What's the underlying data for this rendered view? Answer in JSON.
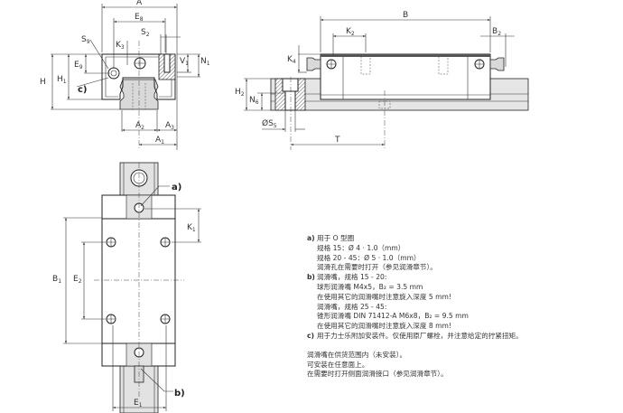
{
  "labels": {
    "A": {
      "main": "A",
      "sub": ""
    },
    "E8": {
      "main": "E",
      "sub": "8"
    },
    "S9": {
      "main": "S",
      "sub": "9"
    },
    "K3": {
      "main": "K",
      "sub": "3"
    },
    "S2": {
      "main": "S",
      "sub": "2"
    },
    "E9": {
      "main": "E",
      "sub": "9"
    },
    "V1": {
      "main": "V",
      "sub": "1"
    },
    "N1": {
      "main": "N",
      "sub": "1"
    },
    "H": {
      "main": "H",
      "sub": ""
    },
    "H1": {
      "main": "H",
      "sub": "1"
    },
    "c": {
      "main": "c)",
      "sub": ""
    },
    "A2": {
      "main": "A",
      "sub": "2"
    },
    "A3": {
      "main": "A",
      "sub": "3"
    },
    "A1": {
      "main": "A",
      "sub": "1"
    },
    "B": {
      "main": "B",
      "sub": ""
    },
    "K2": {
      "main": "K",
      "sub": "2"
    },
    "B2": {
      "main": "B",
      "sub": "2"
    },
    "K4": {
      "main": "K",
      "sub": "4"
    },
    "H2": {
      "main": "H",
      "sub": "2"
    },
    "N6": {
      "main": "N",
      "sub": "6"
    },
    "S5": {
      "main": "ØS",
      "sub": "5"
    },
    "T": {
      "main": "T",
      "sub": ""
    },
    "a": {
      "main": "a)",
      "sub": ""
    },
    "K1": {
      "main": "K",
      "sub": "1"
    },
    "B1": {
      "main": "B",
      "sub": "1"
    },
    "E2": {
      "main": "E",
      "sub": "2"
    },
    "b": {
      "main": "b)",
      "sub": ""
    },
    "E1": {
      "main": "E",
      "sub": "1"
    }
  },
  "notes": {
    "a_key": "a)",
    "a": [
      "用于 O 型圈",
      "规格 15：Ø 4 · 1.0（mm）",
      "规格 20 - 45：Ø 5 · 1.0（mm）",
      "润滑孔在需要时打开（参见润滑章节）。"
    ],
    "b_key": "b)",
    "b": [
      "润滑嘴，规格 15 - 20:",
      "球形润滑嘴 M4x5，B₂ = 3.5 mm",
      "在使用其它的润滑嘴时注意旋入深度 5 mm!",
      "润滑嘴，规格 25 - 45:",
      "锥形润滑嘴 DIN 71412-A M6x8，B₂ = 9.5 mm",
      "在使用其它的润滑嘴时注意旋入深度 8 mm!"
    ],
    "c_key": "c)",
    "c": [
      "用于力士乐附加安装件。仅使用原厂螺栓，并注意给定的拧紧扭矩。"
    ],
    "footer": [
      "润滑嘴在供货范围内（未安装）。",
      "可安装在任意面上。",
      "在需要时打开侧面润滑接口（参见润滑章节）。"
    ]
  }
}
